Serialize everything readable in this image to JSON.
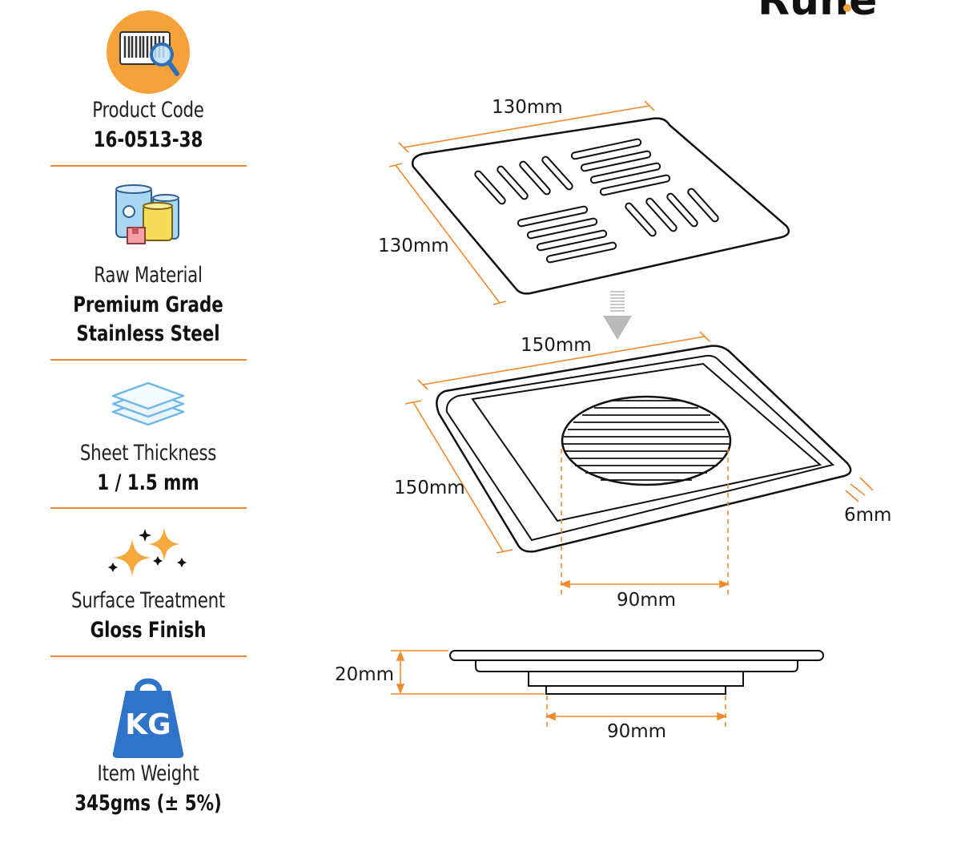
{
  "brand": {
    "name": "Ruhe"
  },
  "specs": [
    {
      "id": "product-code",
      "label": "Product Code",
      "value_lines": [
        "16-0513-38"
      ],
      "icon": "barcode-magnifier-icon"
    },
    {
      "id": "raw-material",
      "label": "Raw Material",
      "value_lines": [
        "Premium Grade",
        "Stainless Steel"
      ],
      "icon": "material-drums-icon"
    },
    {
      "id": "sheet-thickness",
      "label": "Sheet Thickness",
      "value_lines": [
        "1 / 1.5 mm"
      ],
      "icon": "sheet-layers-icon"
    },
    {
      "id": "surface-treatment",
      "label": "Surface Treatment",
      "value_lines": [
        "Gloss Finish"
      ],
      "icon": "sparkle-icon"
    },
    {
      "id": "item-weight",
      "label": "Item Weight",
      "value_lines": [
        "345gms (± 5%)"
      ],
      "icon": "kg-weight-icon"
    }
  ],
  "kg_text": "KG",
  "dimensions": {
    "grate_width": "130mm",
    "grate_depth": "130mm",
    "frame_width": "150mm",
    "frame_depth": "150mm",
    "frame_lip": "6mm",
    "drain_diameter_top": "90mm",
    "height": "20mm",
    "drain_diameter_side": "90mm"
  },
  "colors": {
    "accent": "#f08a2c",
    "kg_blue": "#2f74c9",
    "badge_orange": "#f6a23b",
    "line": "#111111"
  }
}
